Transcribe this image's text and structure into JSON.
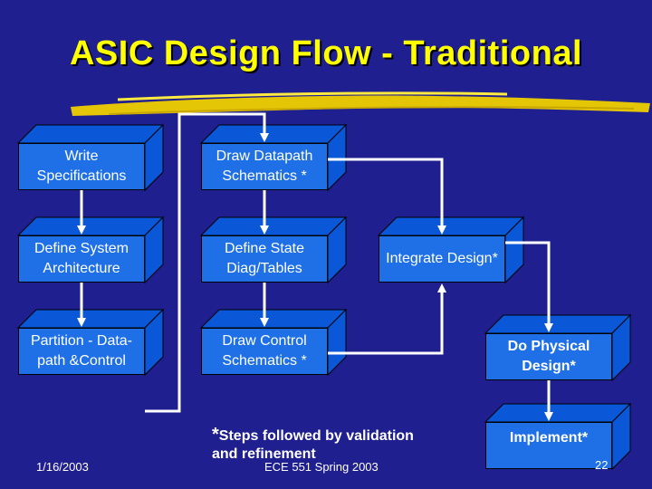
{
  "slide": {
    "title": "ASIC Design Flow - Traditional",
    "colors": {
      "background": "#1f1f8f",
      "title": "#ffff00",
      "box_face": "#1f70e6",
      "box_depth": "#0a58d8",
      "arrow": "#ffffff",
      "underline": "#f0d000"
    }
  },
  "flow": {
    "write_spec": "Write Specifications",
    "draw_datapath": "Draw Datapath Schematics *",
    "define_arch": "Define System Architecture",
    "define_state": "Define State Diag/Tables",
    "integrate": "Integrate Design*",
    "partition": "Partition - Data-path &Control",
    "draw_control": "Draw Control Schematics *",
    "physical": "Do Physical Design*",
    "implement": "Implement*"
  },
  "note": {
    "star": "*",
    "text_line1": "Steps followed by validation",
    "text_line2": "and refinement"
  },
  "footer": {
    "date": "1/16/2003",
    "course": "ECE 551 Spring 2003",
    "page": "22"
  }
}
